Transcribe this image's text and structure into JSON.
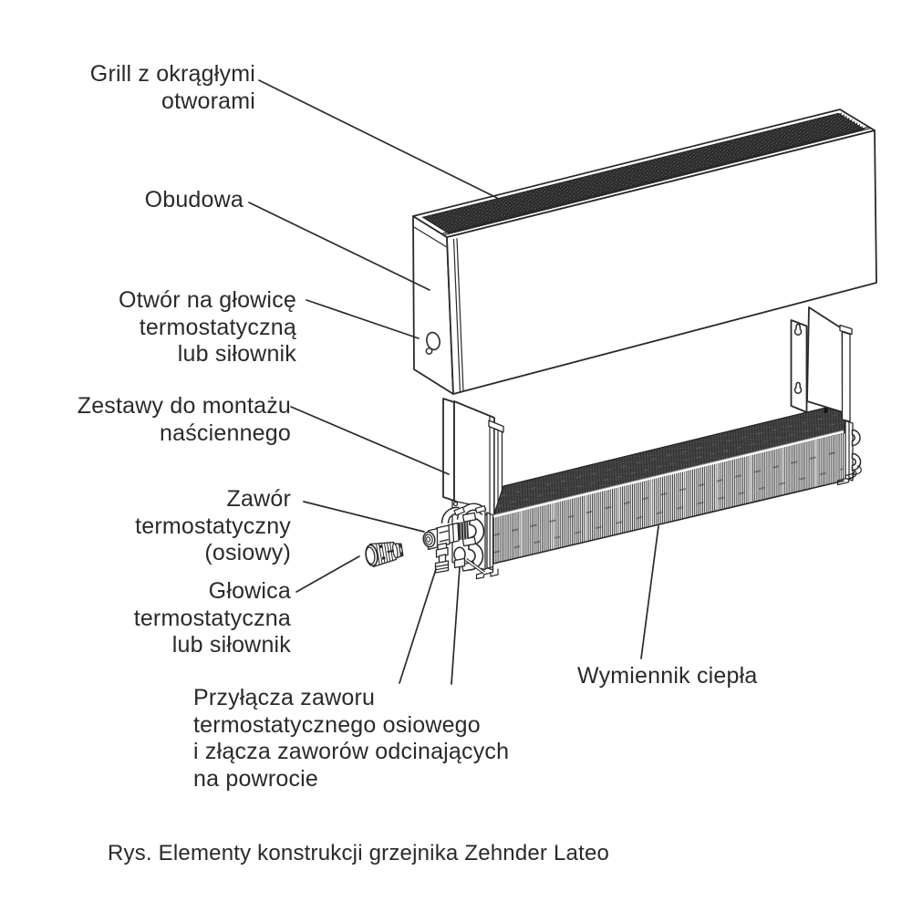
{
  "figure": {
    "labels": {
      "grill": "Grill z okrągłymi\notworami",
      "obudowa": "Obudowa",
      "otwor": "Otwór na głowicę\ntermostatyczną\nlub siłownik",
      "zestawy": "Zestawy do montażu\nnaściennego",
      "zawor": "Zawór\ntermostatyczny\n(osiowy)",
      "glowica": "Głowica\ntermostatyczna\nlub siłownik",
      "przylacza": "Przyłącza zaworu\ntermostatycznego osiowego\ni złącza zaworów odcinających\nna powrocie",
      "wymiennik": "Wymiennik ciepła"
    },
    "caption": "Rys. Elementy konstrukcji grzejnika Zehnder Lateo",
    "colors": {
      "ink": "#2a2a2a",
      "grill_dark": "#2f2f2f",
      "exchanger_top": "#4a4a4a",
      "background": "#ffffff"
    }
  }
}
